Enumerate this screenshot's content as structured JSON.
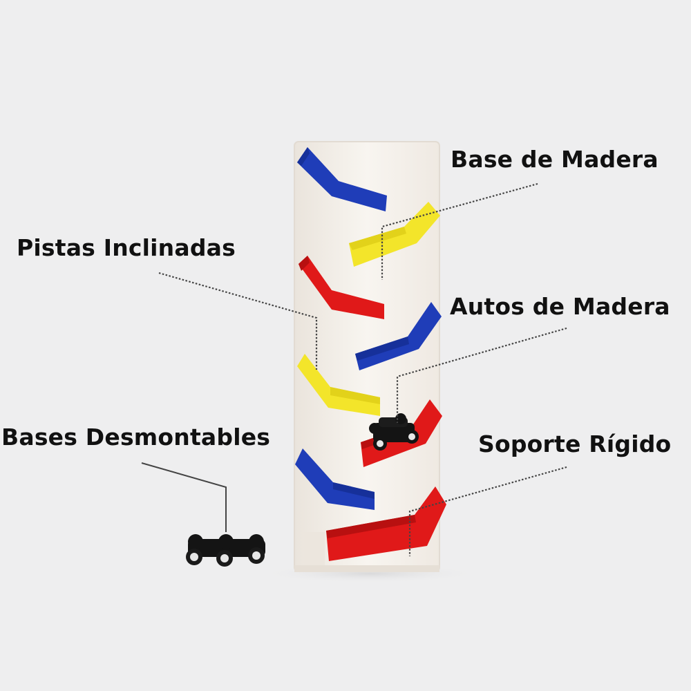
{
  "labels": {
    "base_madera": "Base de Madera",
    "pistas_inclinadas": "Pistas Inclinadas",
    "autos_madera": "Autos de Madera",
    "bases_desmontables": "Bases Desmontables",
    "soporte_rigido": "Soporte Rígido"
  },
  "colors": {
    "background": "#eeeeef",
    "board": "#f7f3ee",
    "blue": "#1f3db8",
    "yellow": "#f3e52a",
    "red": "#e01919",
    "car_black": "#141414",
    "leader": "#444444"
  }
}
